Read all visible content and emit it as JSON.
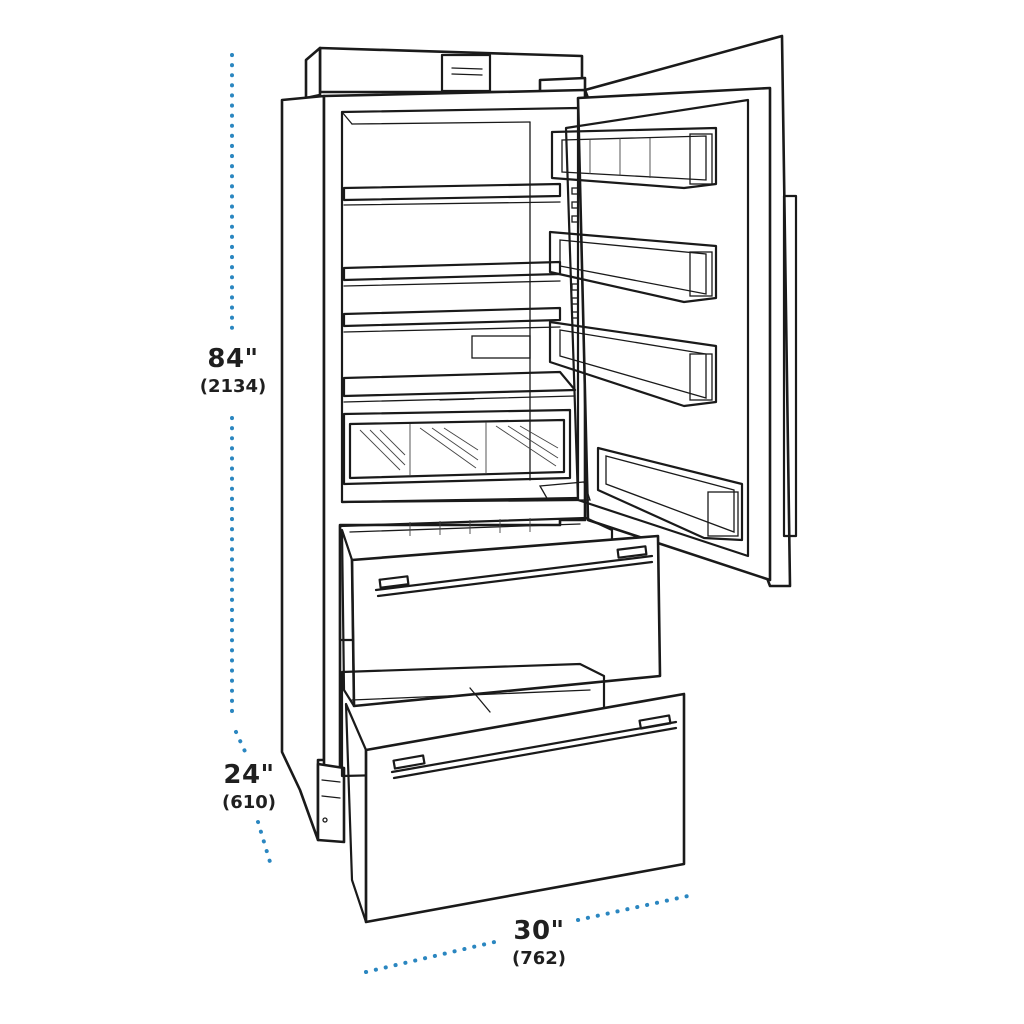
{
  "colors": {
    "dimension_dots": "#2a86c0",
    "line_art": "#1a1a1a",
    "text": "#1f1f1f",
    "background": "#ffffff"
  },
  "dimensions": {
    "height": {
      "inches": "84\"",
      "mm": "(2134)"
    },
    "depth": {
      "inches": "24\"",
      "mm": "(610)"
    },
    "width": {
      "inches": "30\"",
      "mm": "(762)"
    }
  }
}
